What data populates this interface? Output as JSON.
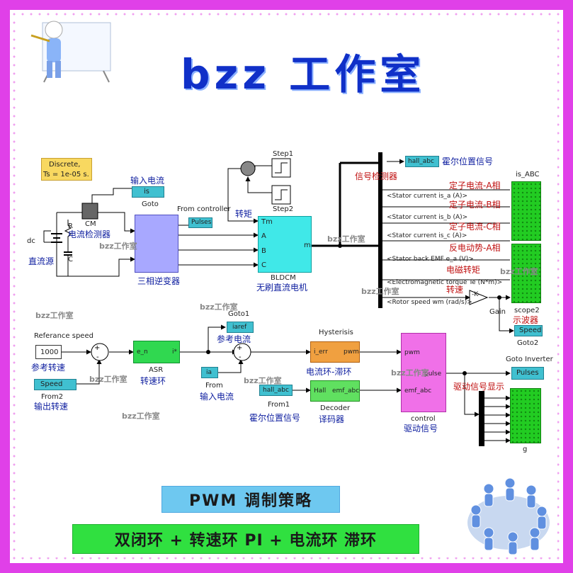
{
  "title": "bzz 工作室",
  "banners": {
    "pwm": "PWM 调制策略",
    "loop": "双闭环 + 转速环 PI + 电流环 滞环"
  },
  "watermark": "bzz工作室",
  "blocks": {
    "discrete_line1": "Discrete,",
    "discrete_line2": "Ts = 1e-05 s.",
    "goto_is": "is",
    "goto_label": "Goto",
    "input_current_top": "输入电流",
    "cm": "CM",
    "current_detector": "电流检测器",
    "dc": "dc",
    "R": "R",
    "C": "C",
    "dc_source": "直流源",
    "inverter": "三相逆变器",
    "from_controller": "From controller",
    "pulses_tag": "Pulses",
    "step1": "Step1",
    "step2": "Step2",
    "torque": "转矩",
    "tm": "Tm",
    "a": "A",
    "b": "B",
    "c": "C",
    "m": "m",
    "bldcm": "BLDCM",
    "bldcm_cn": "无刷直流电机",
    "hall_abc": "hall_abc",
    "hall_pos": "霍尔位置信号",
    "signal_detector": "信号检测器",
    "is_abc": "is_ABC",
    "sig_isa": "<Stator current is_a (A)>",
    "sig_isb": "<Stator current is_b (A)>",
    "sig_isc": "<Stator current is_c (A)>",
    "sig_emf": "<Stator back EMF e_a (V)>",
    "sig_te": "<Electromagnetic torque Te (N*m)>",
    "sig_wm": "<Rotor speed wm (rad/s)>",
    "cn_a": "定子电流-A相",
    "cn_b": "定子电流-B相",
    "cn_c": "定子电流-C相",
    "cn_emf": "反电动势-A相",
    "cn_te": "电磁转矩",
    "cn_speed": "转速",
    "gain": "Gain",
    "gain_k": "-K-",
    "scope2": "scope2",
    "oscilloscope": "示波器",
    "speed_tag": "Speed",
    "goto2": "Goto2",
    "ref_speed_label": "Referance speed",
    "ref_speed_val": "1000",
    "ref_speed_cn": "参考转速",
    "from2": "From2",
    "output_speed": "输出转速",
    "asr": "ASR",
    "asr_cn": "转速环",
    "asr_in": "e_n",
    "asr_out": "i*",
    "goto1": "Goto1",
    "iaref": "iaref",
    "ref_current": "参考电流",
    "from_ia": "ia",
    "from_label": "From",
    "input_current": "输入电流",
    "hysteresis": "Hysterisis",
    "ierr": "i_err",
    "pwm_out": "pwm",
    "hyst_cn": "电流环-滞环",
    "from1": "From1",
    "hall_pos2": "霍尔位置信号",
    "hall_in": "Hall",
    "emf_out": "emf_abc",
    "decoder": "Decoder",
    "decoder_cn": "译码器",
    "ctrl_pwm": "pwm",
    "ctrl_emf": "emf_abc",
    "ctrl_pulse": "pulse",
    "control": "control",
    "drive_signal": "驱动信号",
    "goto_inverter": "Goto Inverter",
    "pulses": "Pulses",
    "drive_display": "驱动信号显示",
    "g": "g"
  },
  "colors": {
    "frame": "#e040e8",
    "title": "#1030c8",
    "scope": "#22cc22",
    "inverter": "#a8a8ff",
    "bldcm": "#40e8e8",
    "tag": "#30b8c8",
    "asr": "#30d850",
    "hyst": "#f0a040",
    "decoder": "#60e060",
    "control": "#f070e8",
    "discrete": "#f8d860"
  },
  "icons": [
    "teacher-presenter-icon",
    "people-circle-icon"
  ]
}
